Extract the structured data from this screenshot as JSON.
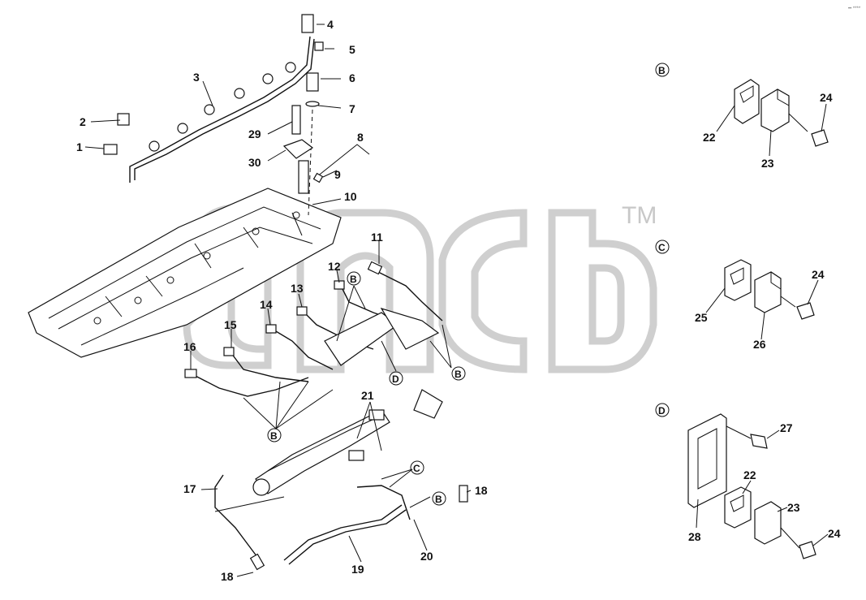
{
  "watermark": {
    "tm": "TM"
  },
  "corner_mark": "•• ****",
  "callouts": {
    "B": "B",
    "C": "C",
    "D": "D"
  },
  "parts": {
    "p1": "1",
    "p2": "2",
    "p3": "3",
    "p4": "4",
    "p5": "5",
    "p6": "6",
    "p7": "7",
    "p8": "8",
    "p9": "9",
    "p10": "10",
    "p11": "11",
    "p12": "12",
    "p13": "13",
    "p14": "14",
    "p15": "15",
    "p16": "16",
    "p17": "17",
    "p18": "18",
    "p19": "19",
    "p20": "20",
    "p21": "21",
    "p22": "22",
    "p23": "23",
    "p24": "24",
    "p25": "25",
    "p26": "26",
    "p27": "27",
    "p28": "28",
    "p29": "29",
    "p30": "30"
  }
}
